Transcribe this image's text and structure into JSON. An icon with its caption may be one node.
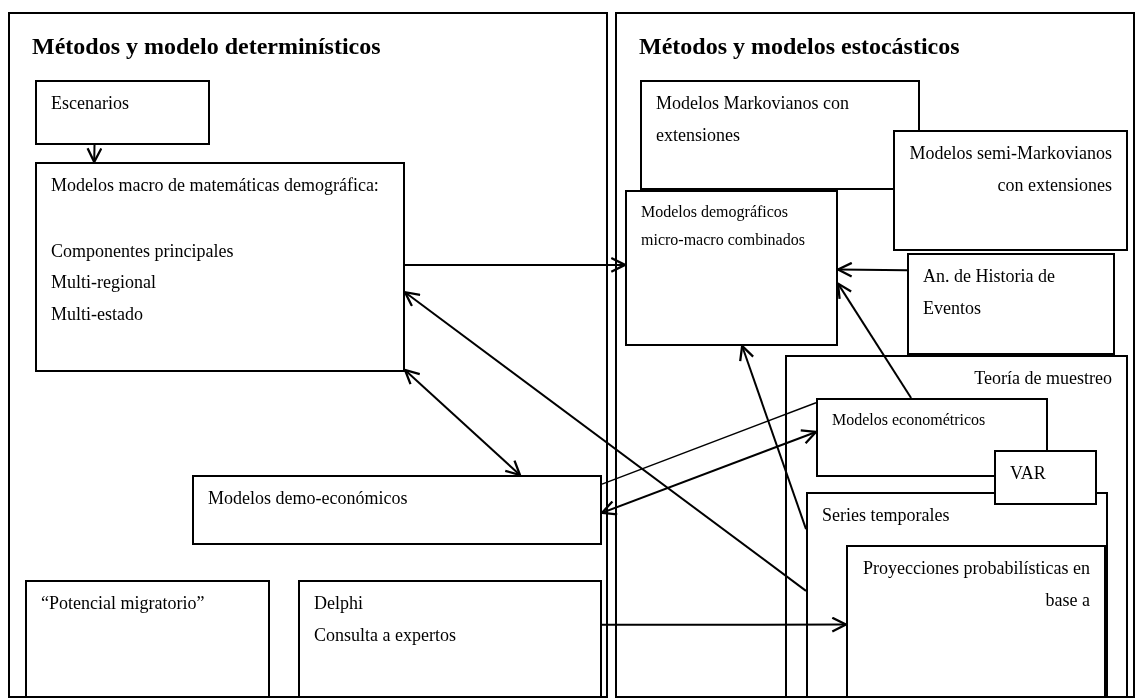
{
  "diagram": {
    "nodes": [
      {
        "text": [
          "Métodos y modelo determinísticos"
        ]
      },
      {
        "text": [
          "Escenarios"
        ],
        "in": 0
      },
      {
        "text": [
          "Modelos macro de matemáticas demográfica:",
          "Componentes principales",
          "Multi-regional",
          "Multi-estado"
        ],
        "in": 0
      },
      {
        "text": [
          "Modelos demo-económicos"
        ],
        "in": 0
      },
      {
        "text": [
          "“Potencial migratorio”"
        ],
        "in": 0
      },
      {
        "text": [
          "Delphi",
          "Consulta a expertos"
        ],
        "in": 0
      },
      {
        "text": [
          "Métodos y modelos estocásticos"
        ]
      },
      {
        "text": [
          "Modelos Markovianos con extensiones"
        ],
        "in": 6
      },
      {
        "text": [
          "Modelos semi-Markovianos con extensiones"
        ],
        "in": 6
      },
      {
        "text": [
          "Modelos demográficos micro-macro combinados"
        ],
        "in": 6
      },
      {
        "text": [
          "An. de Historia de Eventos"
        ],
        "in": 6
      },
      {
        "text": [
          "Teoría de muestreo"
        ],
        "in": 6
      },
      {
        "text": [
          "Modelos econométricos"
        ],
        "in": 11
      },
      {
        "text": [
          "VAR"
        ],
        "in": 11
      },
      {
        "text": [
          "Series temporales"
        ],
        "in": 11
      },
      {
        "text": [
          "Proyecciones probabilísticas en base a"
        ],
        "in": 14
      }
    ],
    "edges": [
      {
        "from": 1,
        "to": 2,
        "arrow": "to"
      },
      {
        "from": 2,
        "to": 9,
        "arrow": "to"
      },
      {
        "from": 10,
        "to": 9,
        "arrow": "to"
      },
      {
        "from": 12,
        "to": 9,
        "arrow": "to"
      },
      {
        "from": 14,
        "to": 9,
        "arrow": "to"
      },
      {
        "from": 14,
        "to": 2,
        "arrow": "to"
      },
      {
        "from": 2,
        "to": 3,
        "arrow": "both"
      },
      {
        "from": 12,
        "to": 3,
        "arrow": "both"
      },
      {
        "from": 12,
        "to": 3,
        "arrow": "none"
      },
      {
        "from": 5,
        "to": 15,
        "arrow": "to"
      }
    ]
  }
}
